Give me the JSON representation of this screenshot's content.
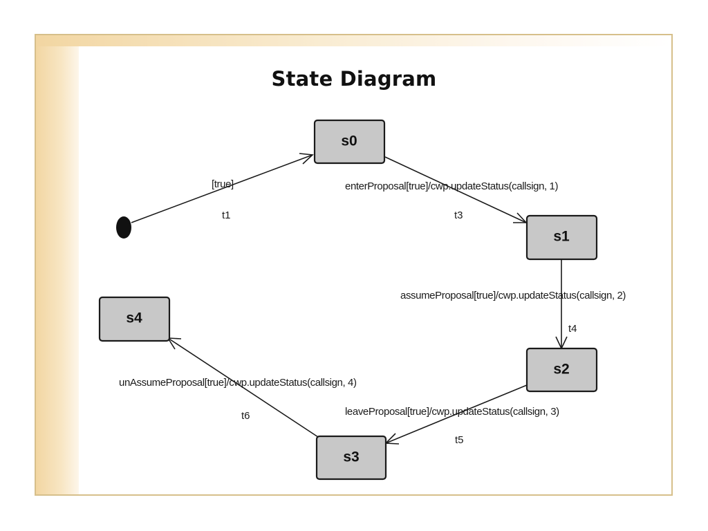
{
  "slide": {
    "title": "State Diagram",
    "accent_color": "#d6bf8a"
  },
  "diagram": {
    "states": [
      {
        "id": "s0",
        "label": "s0"
      },
      {
        "id": "s1",
        "label": "s1"
      },
      {
        "id": "s2",
        "label": "s2"
      },
      {
        "id": "s3",
        "label": "s3"
      },
      {
        "id": "s4",
        "label": "s4"
      }
    ],
    "initial_state": "s0",
    "transitions": [
      {
        "id": "t1",
        "name": "t1",
        "from": "initial",
        "to": "s0",
        "label": "[true]"
      },
      {
        "id": "t3",
        "name": "t3",
        "from": "s0",
        "to": "s1",
        "label": "enterProposal[true]/cwp.updateStatus(callsign, 1)"
      },
      {
        "id": "t4",
        "name": "t4",
        "from": "s1",
        "to": "s2",
        "label": "assumeProposal[true]/cwp.updateStatus(callsign, 2)"
      },
      {
        "id": "t5",
        "name": "t5",
        "from": "s2",
        "to": "s3",
        "label": "leaveProposal[true]/cwp.updateStatus(callsign, 3)"
      },
      {
        "id": "t6",
        "name": "t6",
        "from": "s3",
        "to": "s4",
        "label": "unAssumeProposal[true]/cwp.updateStatus(callsign, 4)"
      }
    ]
  }
}
